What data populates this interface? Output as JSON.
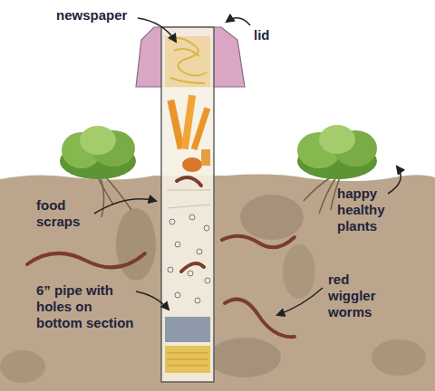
{
  "diagram": {
    "labels": [
      "newspaper",
      "lid",
      "food scraps",
      "happy healthy plants",
      "6” pipe with holes on bottom section",
      "red wiggler worms"
    ]
  }
}
